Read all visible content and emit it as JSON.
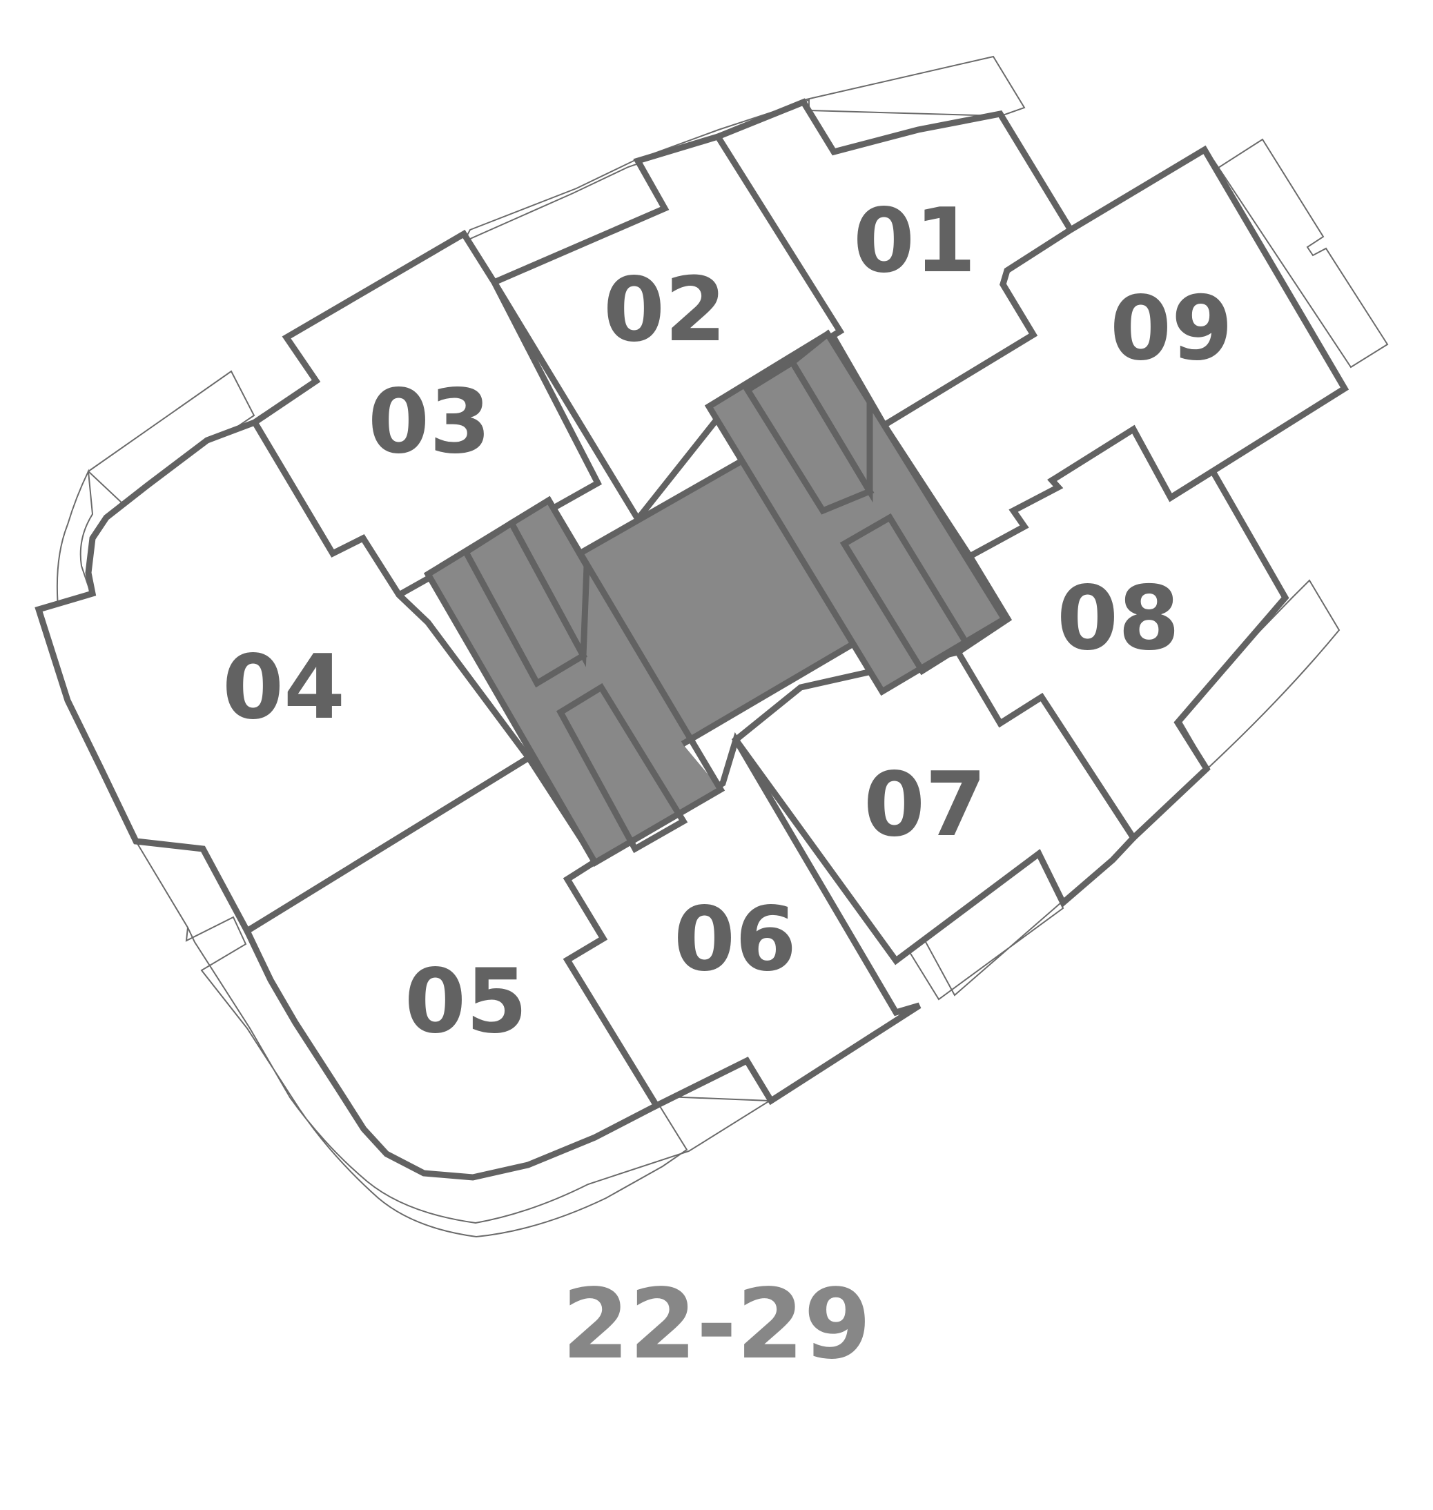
{
  "floor_range": "22-29",
  "units": [
    {
      "id": "01",
      "label": "01"
    },
    {
      "id": "02",
      "label": "02"
    },
    {
      "id": "03",
      "label": "03"
    },
    {
      "id": "04",
      "label": "04"
    },
    {
      "id": "05",
      "label": "05"
    },
    {
      "id": "06",
      "label": "06"
    },
    {
      "id": "07",
      "label": "07"
    },
    {
      "id": "08",
      "label": "08"
    },
    {
      "id": "09",
      "label": "09"
    }
  ],
  "colors": {
    "outline": "#626262",
    "core": "#888888",
    "floor_range_text": "#878787",
    "background": "#ffffff"
  }
}
